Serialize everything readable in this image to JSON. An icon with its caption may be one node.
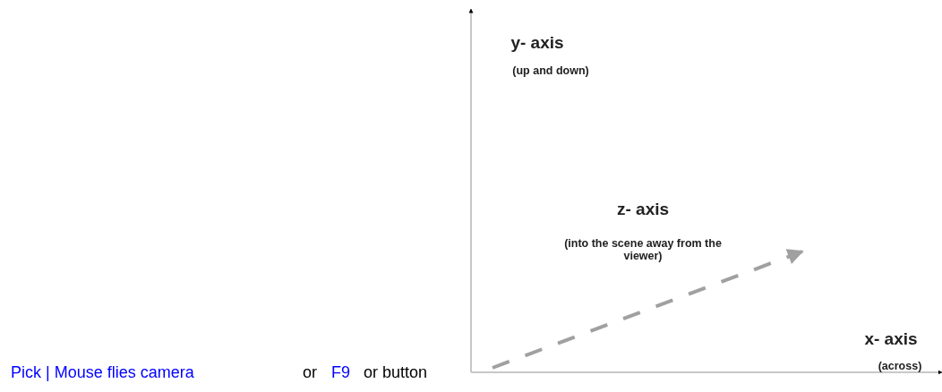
{
  "diagram": {
    "labels": [
      "y- axis",
      "(up and down)",
      "z- axis",
      "(into the scene away from the viewer)",
      "x- axis",
      "(across)",
      "Pick | Mouse flies camera",
      "or",
      "F9",
      "or button"
    ]
  }
}
